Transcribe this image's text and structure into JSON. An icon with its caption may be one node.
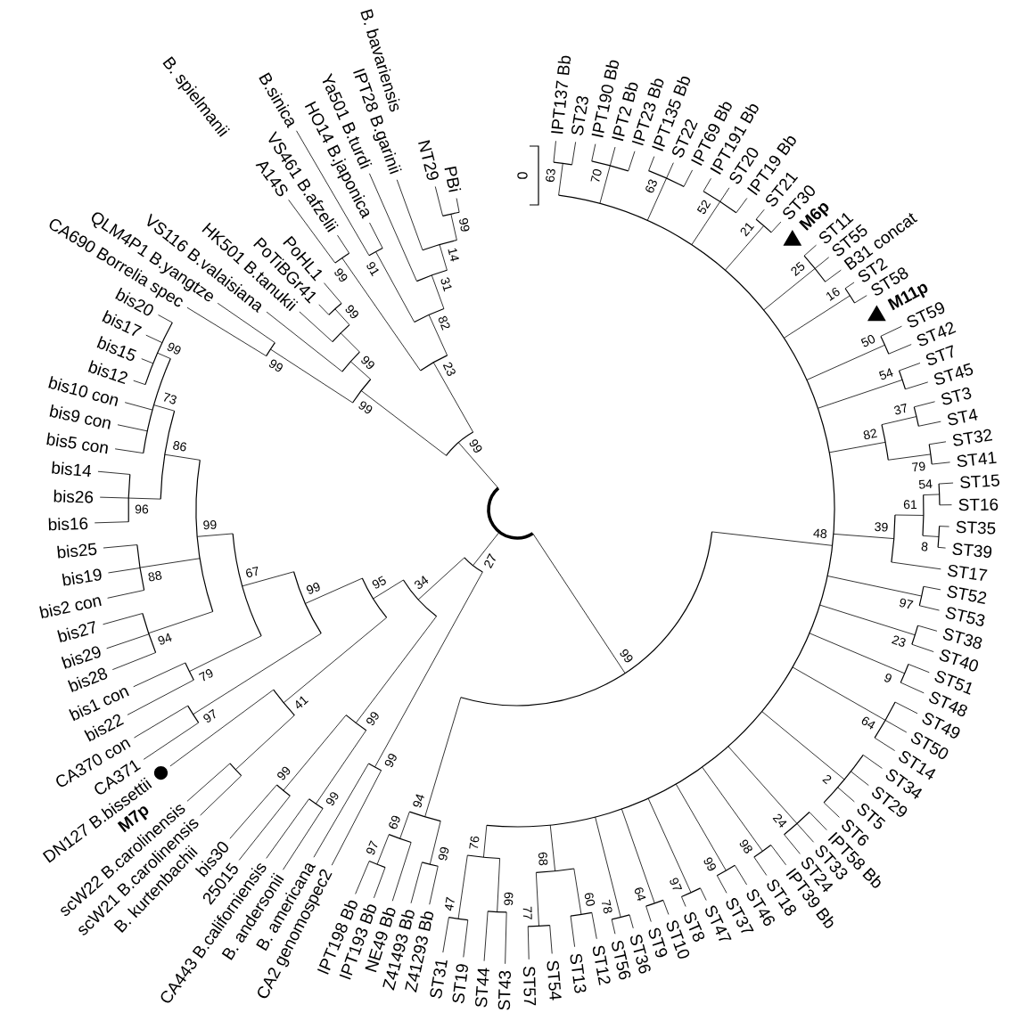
{
  "diagram": {
    "labels": [
      "IPT137 Bb",
      "ST23",
      "IPT190 Bb",
      "IPT2 Bb",
      "IPT23 Bb",
      "IPT135 Bb",
      "ST22",
      "IPT69 Bb",
      "IPT191 Bb",
      "ST20",
      "IPT19 Bb",
      "ST21",
      "ST30",
      "M6p",
      "ST11",
      "ST55",
      "B31 concat",
      "ST2",
      "ST58",
      "M11p",
      "ST59",
      "ST42",
      "ST7",
      "ST45",
      "ST3",
      "ST4",
      "ST32",
      "ST41",
      "ST15",
      "ST16",
      "ST35",
      "ST39",
      "ST17",
      "ST52",
      "ST53",
      "ST38",
      "ST40",
      "ST51",
      "ST48",
      "ST49",
      "ST50",
      "ST14",
      "ST34",
      "ST29",
      "ST5",
      "ST6",
      "IPT58 Bb",
      "ST33",
      "ST24",
      "IPT39 Bb",
      "ST18",
      "ST46",
      "ST37",
      "ST31",
      "ST19",
      "ST44",
      "ST43",
      "ST57",
      "ST54",
      "ST13",
      "ST12",
      "ST56",
      "ST36",
      "ST9",
      "ST10",
      "ST8",
      "ST47",
      "Z41293 Bb",
      "Z41493 Bb",
      "NE49 Bb",
      "IPT193 Bb",
      "IPT198 Bb",
      "CA2 genomospec2",
      "B. americana",
      "B. andersonii",
      "CA443 B.californiensis",
      "25015",
      "bis30",
      "B. kurtenbachii",
      "scW21 B.carolinensis",
      "scW22 B.carolinensis",
      "M7p",
      "DN127 B.bissettii",
      "CA371",
      "CA370 con",
      "bis22",
      "bis1 con",
      "bis28",
      "bis29",
      "bis27",
      "bis2 con",
      "bis19",
      "bis25",
      "bis16",
      "bis26",
      "bis14",
      "bis5 con",
      "bis9 con",
      "bis10 con",
      "bis12",
      "bis15",
      "bis17",
      "bis20",
      "CA690 Borrelia spec",
      "QLM4P1 B.yangtze",
      "VS116 B.valaisiana",
      "HK501 B.tanukii",
      "PoTiBGr41",
      "PoHL1",
      "B. spielmanii",
      "A14S",
      "VS461 B.afzelii",
      "B.sinica",
      "HO14 B.japonica",
      "Ya501 B.turdi",
      "IPT28 B.garinii",
      "B. bavariensis",
      "NT29",
      "PBi",
      "0",
      "63",
      "70",
      "63",
      "52",
      "21",
      "25",
      "16",
      "50",
      "54",
      "82",
      "37",
      "79",
      "39",
      "61",
      "54",
      "8",
      "97",
      "23",
      "9",
      "64",
      "2",
      "24",
      "98",
      "99",
      "97",
      "64",
      "78",
      "68",
      "60",
      "77",
      "76",
      "99",
      "47",
      "48",
      "99",
      "94",
      "99",
      "69",
      "97",
      "27",
      "99",
      "34",
      "99",
      "99",
      "99",
      "95",
      "41",
      "99",
      "97",
      "67",
      "79",
      "99",
      "94",
      "88",
      "86",
      "96",
      "73",
      "99",
      "99",
      "99",
      "99",
      "99",
      "99",
      "23",
      "99",
      "82",
      "91",
      "31",
      "14",
      "99"
    ]
  }
}
